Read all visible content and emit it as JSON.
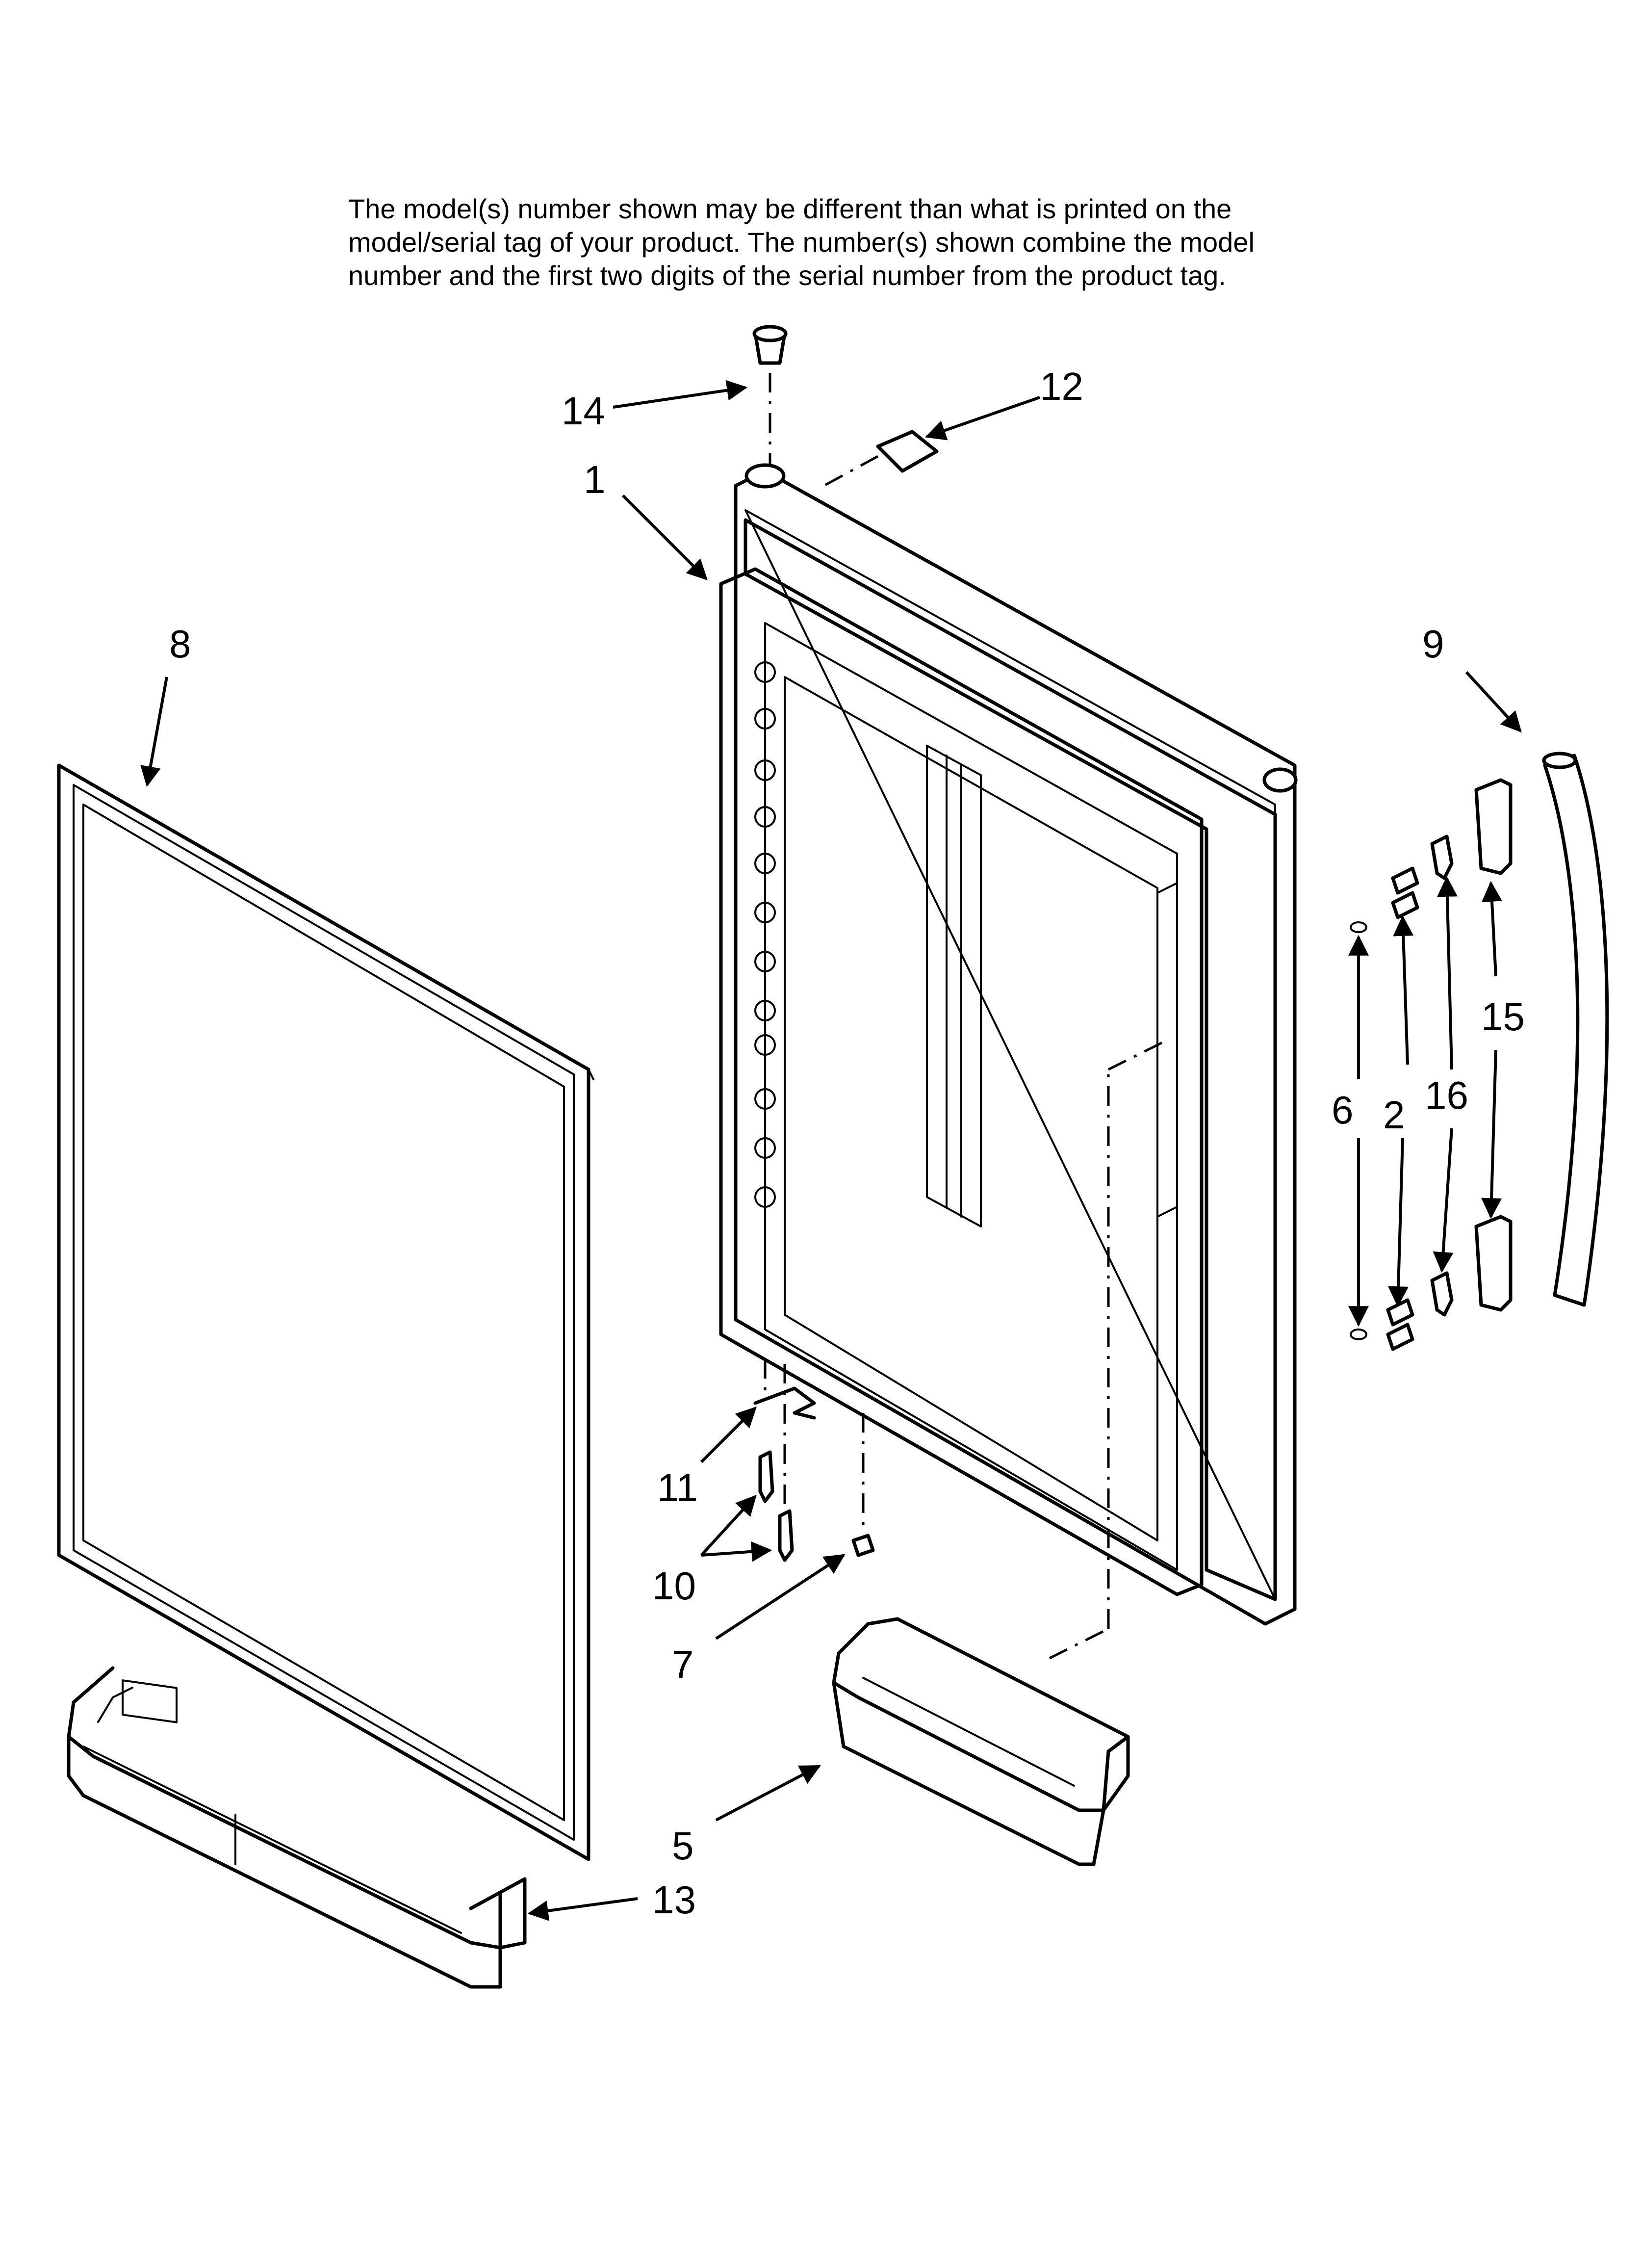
{
  "notice": {
    "lines": [
      "The model(s) number shown may be different than what is printed on the",
      "model/serial tag of your product. The number(s) shown combine the model",
      "number and the first two digits of the serial number from the product tag."
    ]
  },
  "callouts": {
    "c1": "1",
    "c2": "2",
    "c5": "5",
    "c6": "6",
    "c7": "7",
    "c8": "8",
    "c9": "9",
    "c10": "10",
    "c11": "11",
    "c12": "12",
    "c13": "13",
    "c14": "14",
    "c15": "15",
    "c16": "16"
  }
}
